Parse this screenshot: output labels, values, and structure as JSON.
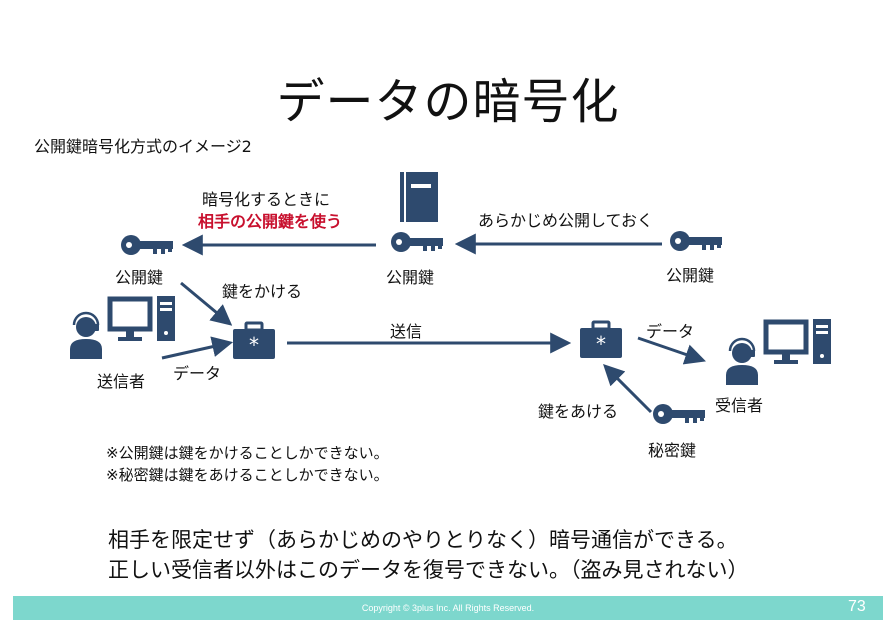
{
  "title": "データの暗号化",
  "subtitle": "公開鍵暗号化方式のイメージ2",
  "diagram": {
    "encrypt_note_line1": "暗号化するときに",
    "encrypt_note_line2": "相手の公開鍵を使う",
    "publish_note": "あらかじめ公開しておく",
    "public_key_sender_side": "公開鍵",
    "public_key_center": "公開鍵",
    "public_key_receiver_side": "公開鍵",
    "lock_label": "鍵をかける",
    "sender_label": "送信者",
    "data_label_left": "データ",
    "send_label": "送信",
    "data_label_right": "データ",
    "receiver_label": "受信者",
    "unlock_label": "鍵をあける",
    "secret_key_label": "秘密鍵"
  },
  "notes": [
    "※公開鍵は鍵をかけることしかできない。",
    "※秘密鍵は鍵をあけることしかできない。"
  ],
  "summary": [
    "相手を限定せず（あらかじめのやりとりなく）暗号通信ができる。",
    "正しい受信者以外はこのデータを復号できない。（盗み見されない）"
  ],
  "footer": {
    "copyright": "Copyright ©  3plus Inc.  All Rights Reserved.",
    "page_number": "73"
  },
  "colors": {
    "icon": "#2e4a6e",
    "accent_red": "#c8102e",
    "footer_bar": "#7dd7cd"
  }
}
